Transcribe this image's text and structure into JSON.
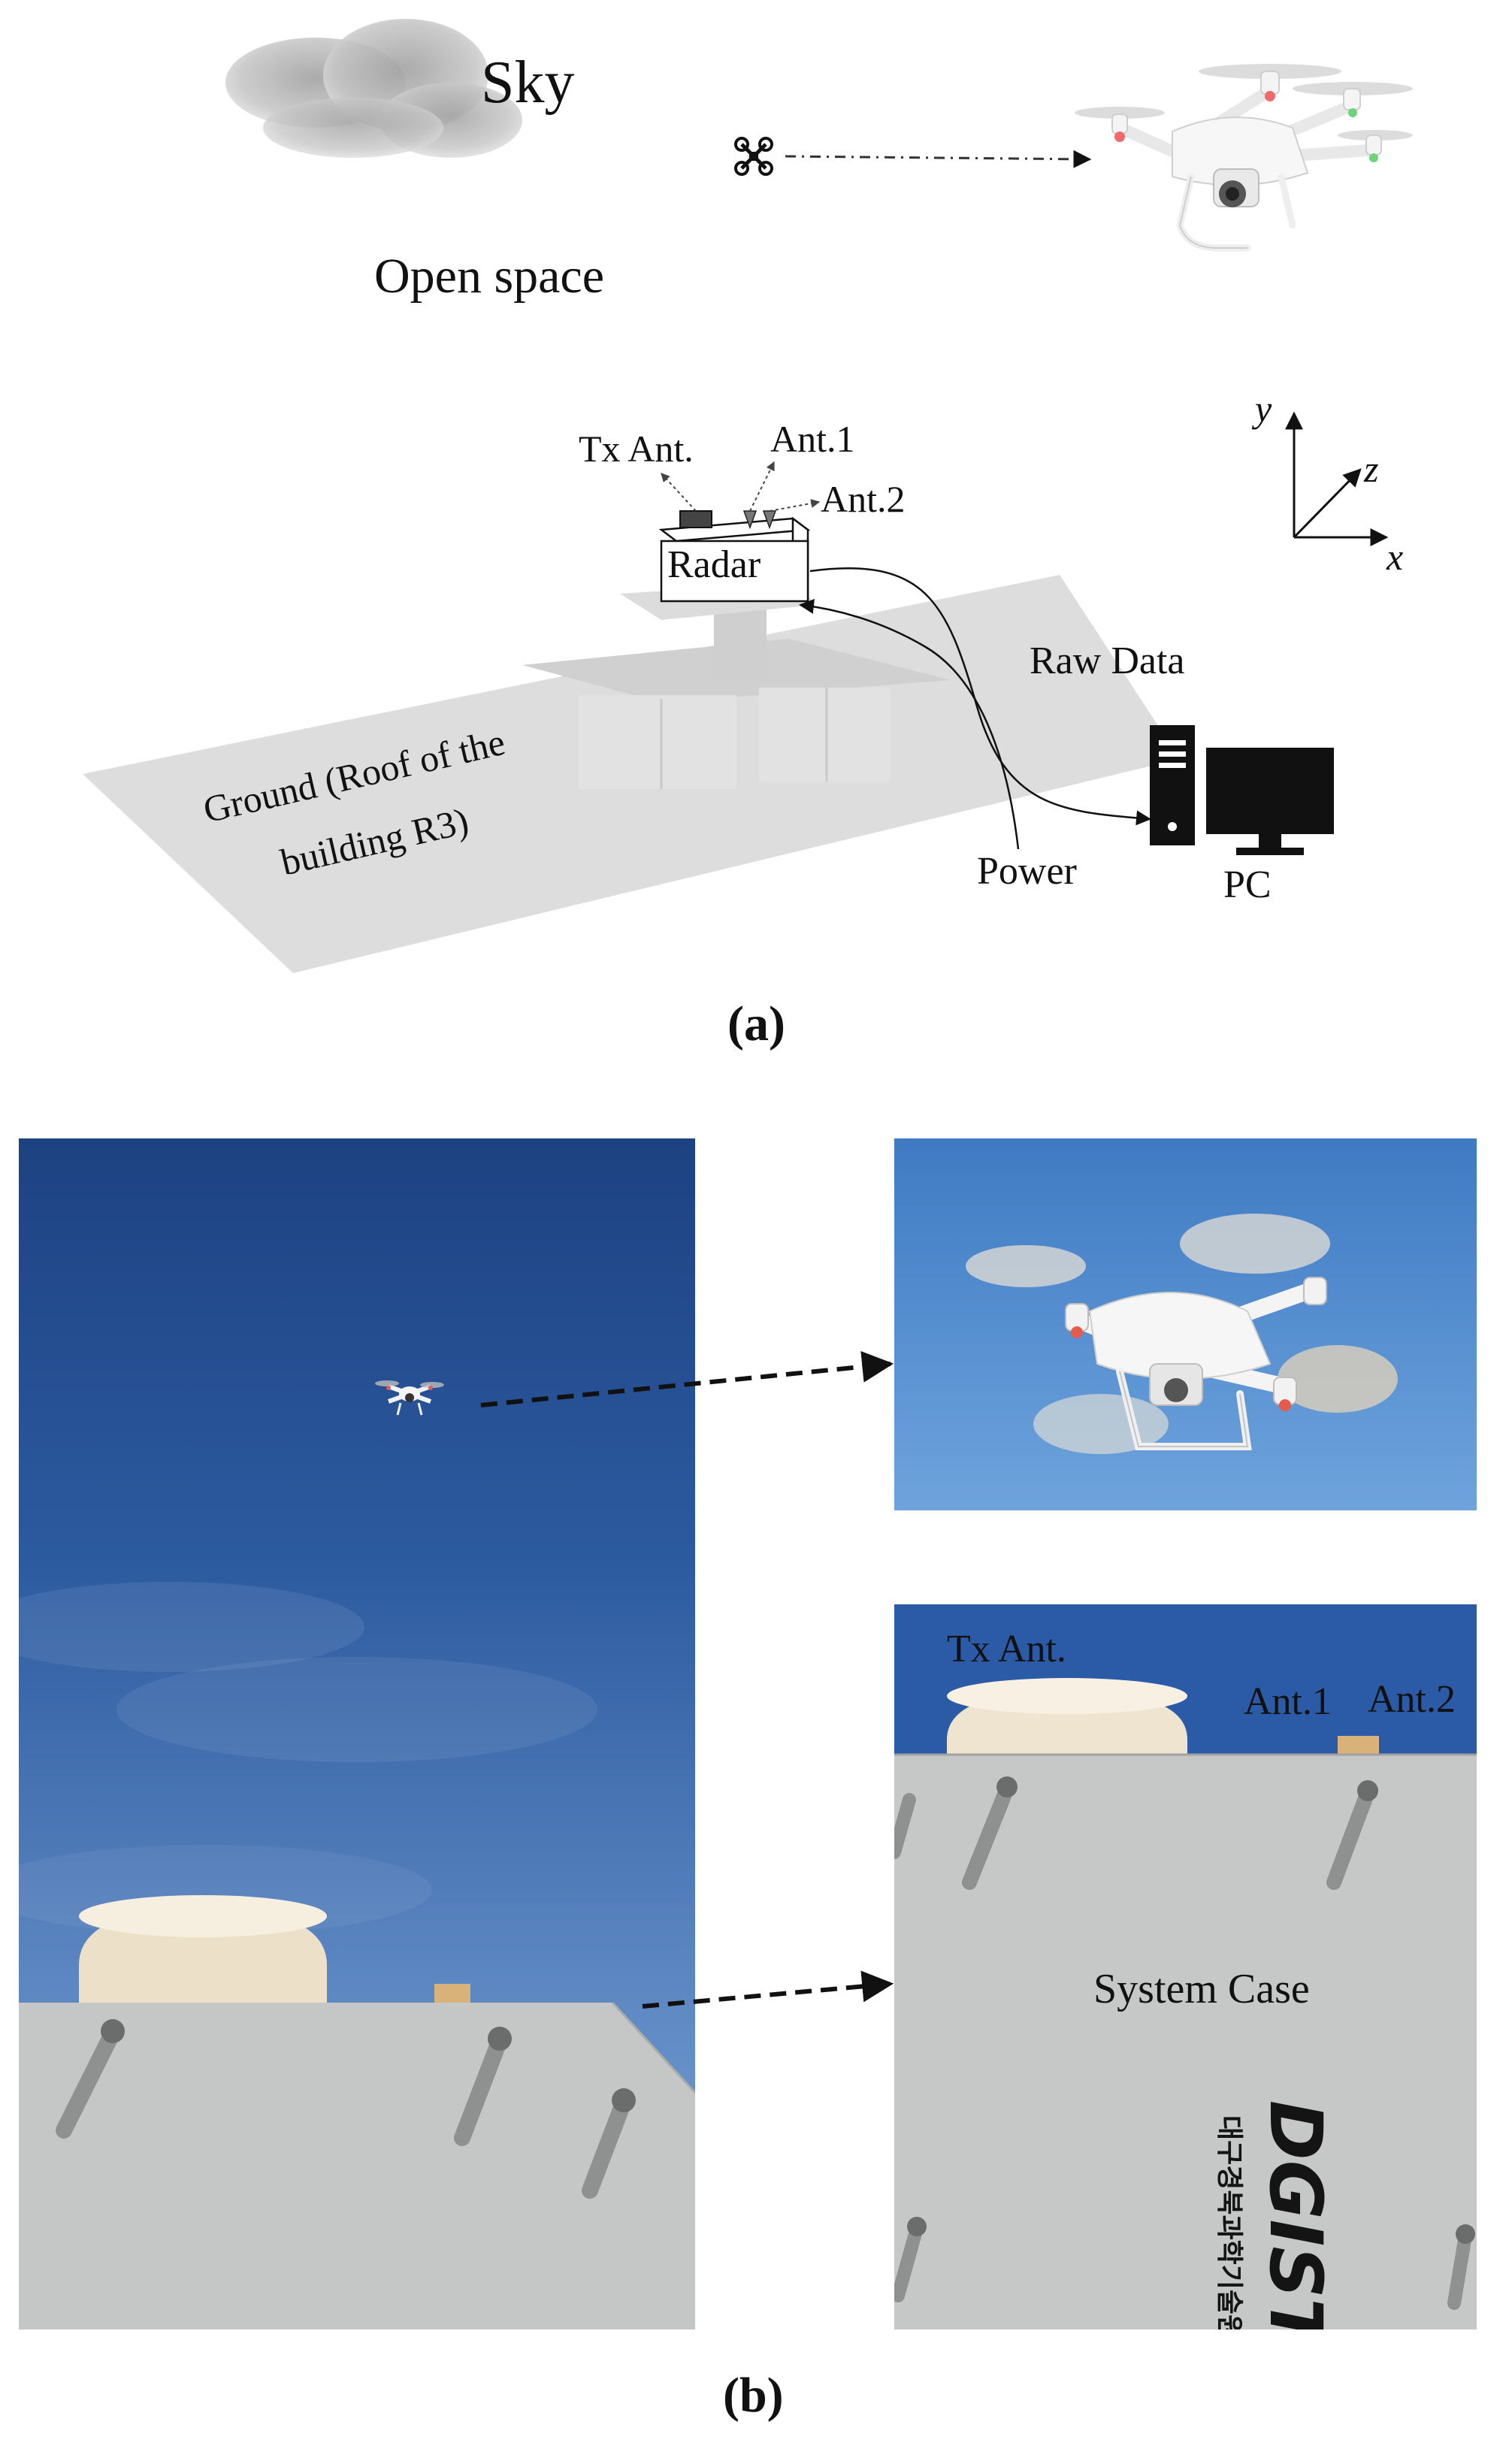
{
  "panel_a": {
    "label": "(a)",
    "sky": "Sky",
    "open_space": "Open space",
    "tx_ant": "Tx Ant.",
    "ant1": "Ant.1",
    "ant2": "Ant.2",
    "radar": "Radar",
    "raw_data": "Raw Data",
    "power": "Power",
    "pc": "PC",
    "ground_line1": "Ground (Roof of the",
    "ground_line2": "building R3)",
    "axis_y": "y",
    "axis_z": "z",
    "axis_x": "x"
  },
  "panel_b": {
    "label": "(b)",
    "tx_ant": "Tx Ant.",
    "ant1": "Ant.1",
    "ant2": "Ant.2",
    "system_case": "System Case",
    "logo_text": "DGIST",
    "logo_korean": "대구경북과학기술원"
  },
  "colors": {
    "sky_dark": "#1f4a8a",
    "sky_light": "#6f95c6",
    "sky_inset": "#5b8fd0",
    "case_gray": "#c5c8c6",
    "radome": "#ede2cd",
    "ground_gray": "#d9d9d9"
  }
}
